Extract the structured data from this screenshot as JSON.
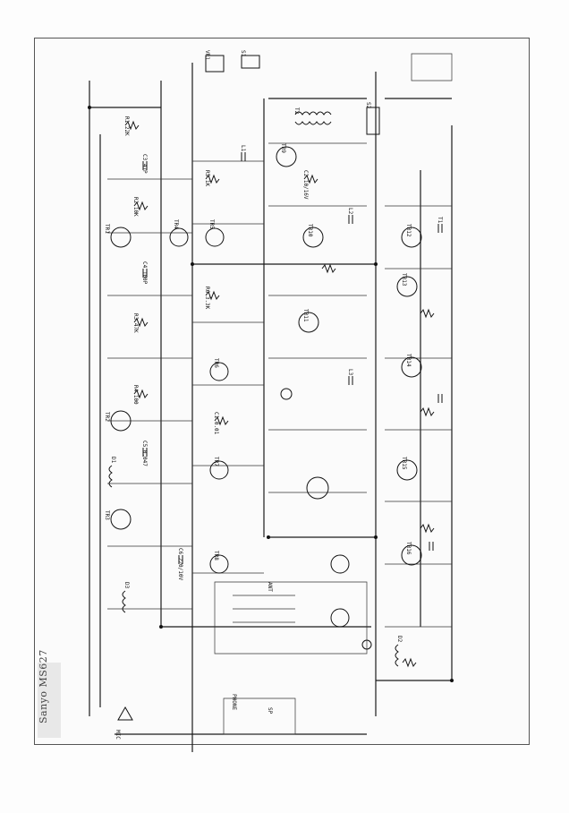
{
  "brand_caption": "Sanyo MS627",
  "component_labels": [
    "TR1",
    "TR2",
    "TR3",
    "TR4",
    "TR5",
    "TR6",
    "TR7",
    "TR8",
    "TR9",
    "TR10",
    "TR11",
    "TR12",
    "TR13",
    "TR14",
    "TR15",
    "TR16",
    "R1 22K",
    "R2 10K",
    "R3 47K",
    "R4 100",
    "R5 1K",
    "R6 3.3K",
    "C1 0.01",
    "C2 10/16V",
    "C3 47P",
    "C4 100P",
    "C5 0.047",
    "C6 220/10V",
    "L1",
    "L2",
    "L3",
    "T1",
    "T2",
    "D1",
    "D2",
    "D3",
    "ANT",
    "SP",
    "PHONE",
    "MIC",
    "VR1",
    "S1",
    "S2"
  ],
  "colors": {
    "ink": "#111111",
    "paper": "#fbfbfb",
    "frame": "#555555"
  }
}
